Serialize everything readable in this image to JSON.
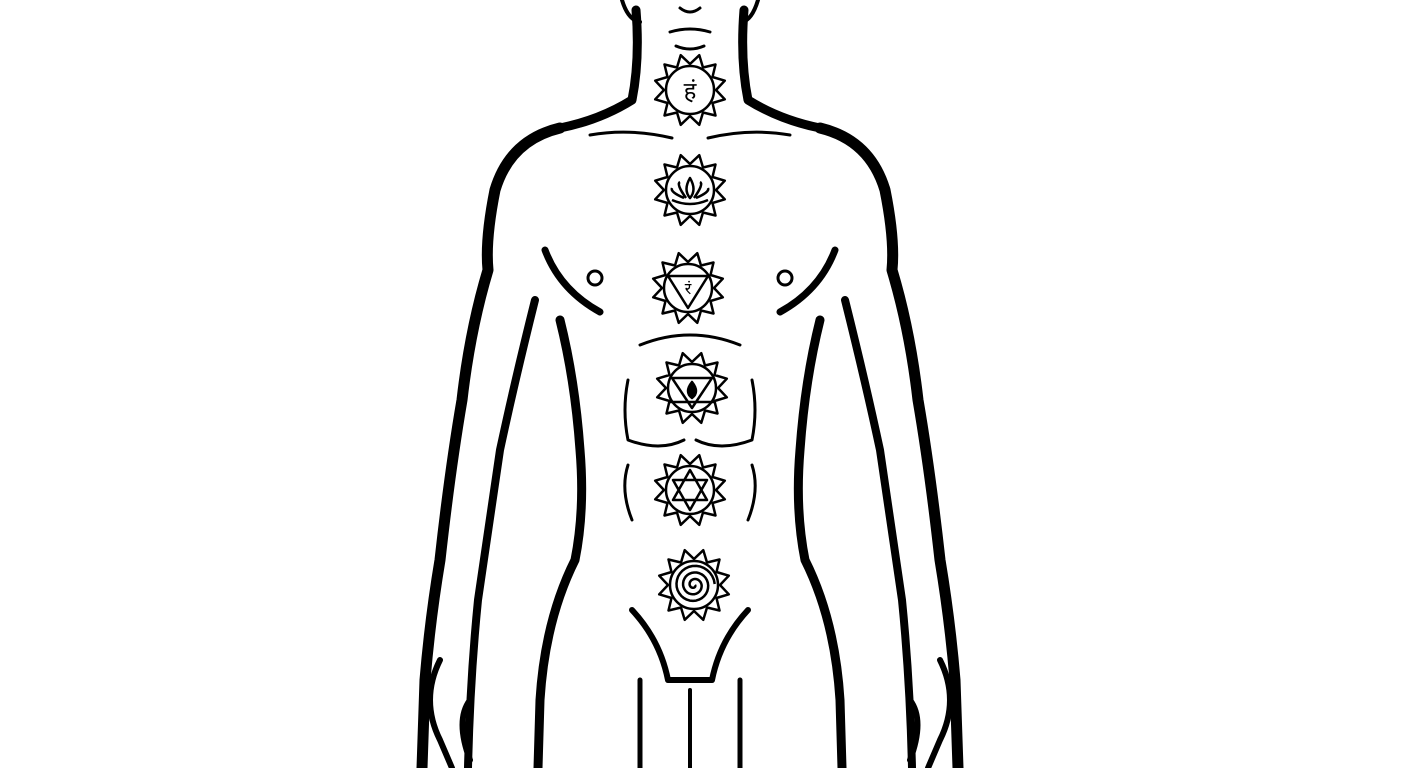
{
  "illustration": {
    "subject": "human-body-outline",
    "line_color": "#000000",
    "background": "#ffffff"
  },
  "chakras": [
    {
      "id": "throat",
      "symbol": "devanagari-glyph",
      "glyph": "हं"
    },
    {
      "id": "heart",
      "symbol": "lotus"
    },
    {
      "id": "solar-plexus",
      "symbol": "inverted-triangle-glyph",
      "glyph": "रं"
    },
    {
      "id": "sacral",
      "symbol": "inverted-triangle-drop"
    },
    {
      "id": "root-star",
      "symbol": "hexagram"
    },
    {
      "id": "base",
      "symbol": "spiral"
    }
  ]
}
